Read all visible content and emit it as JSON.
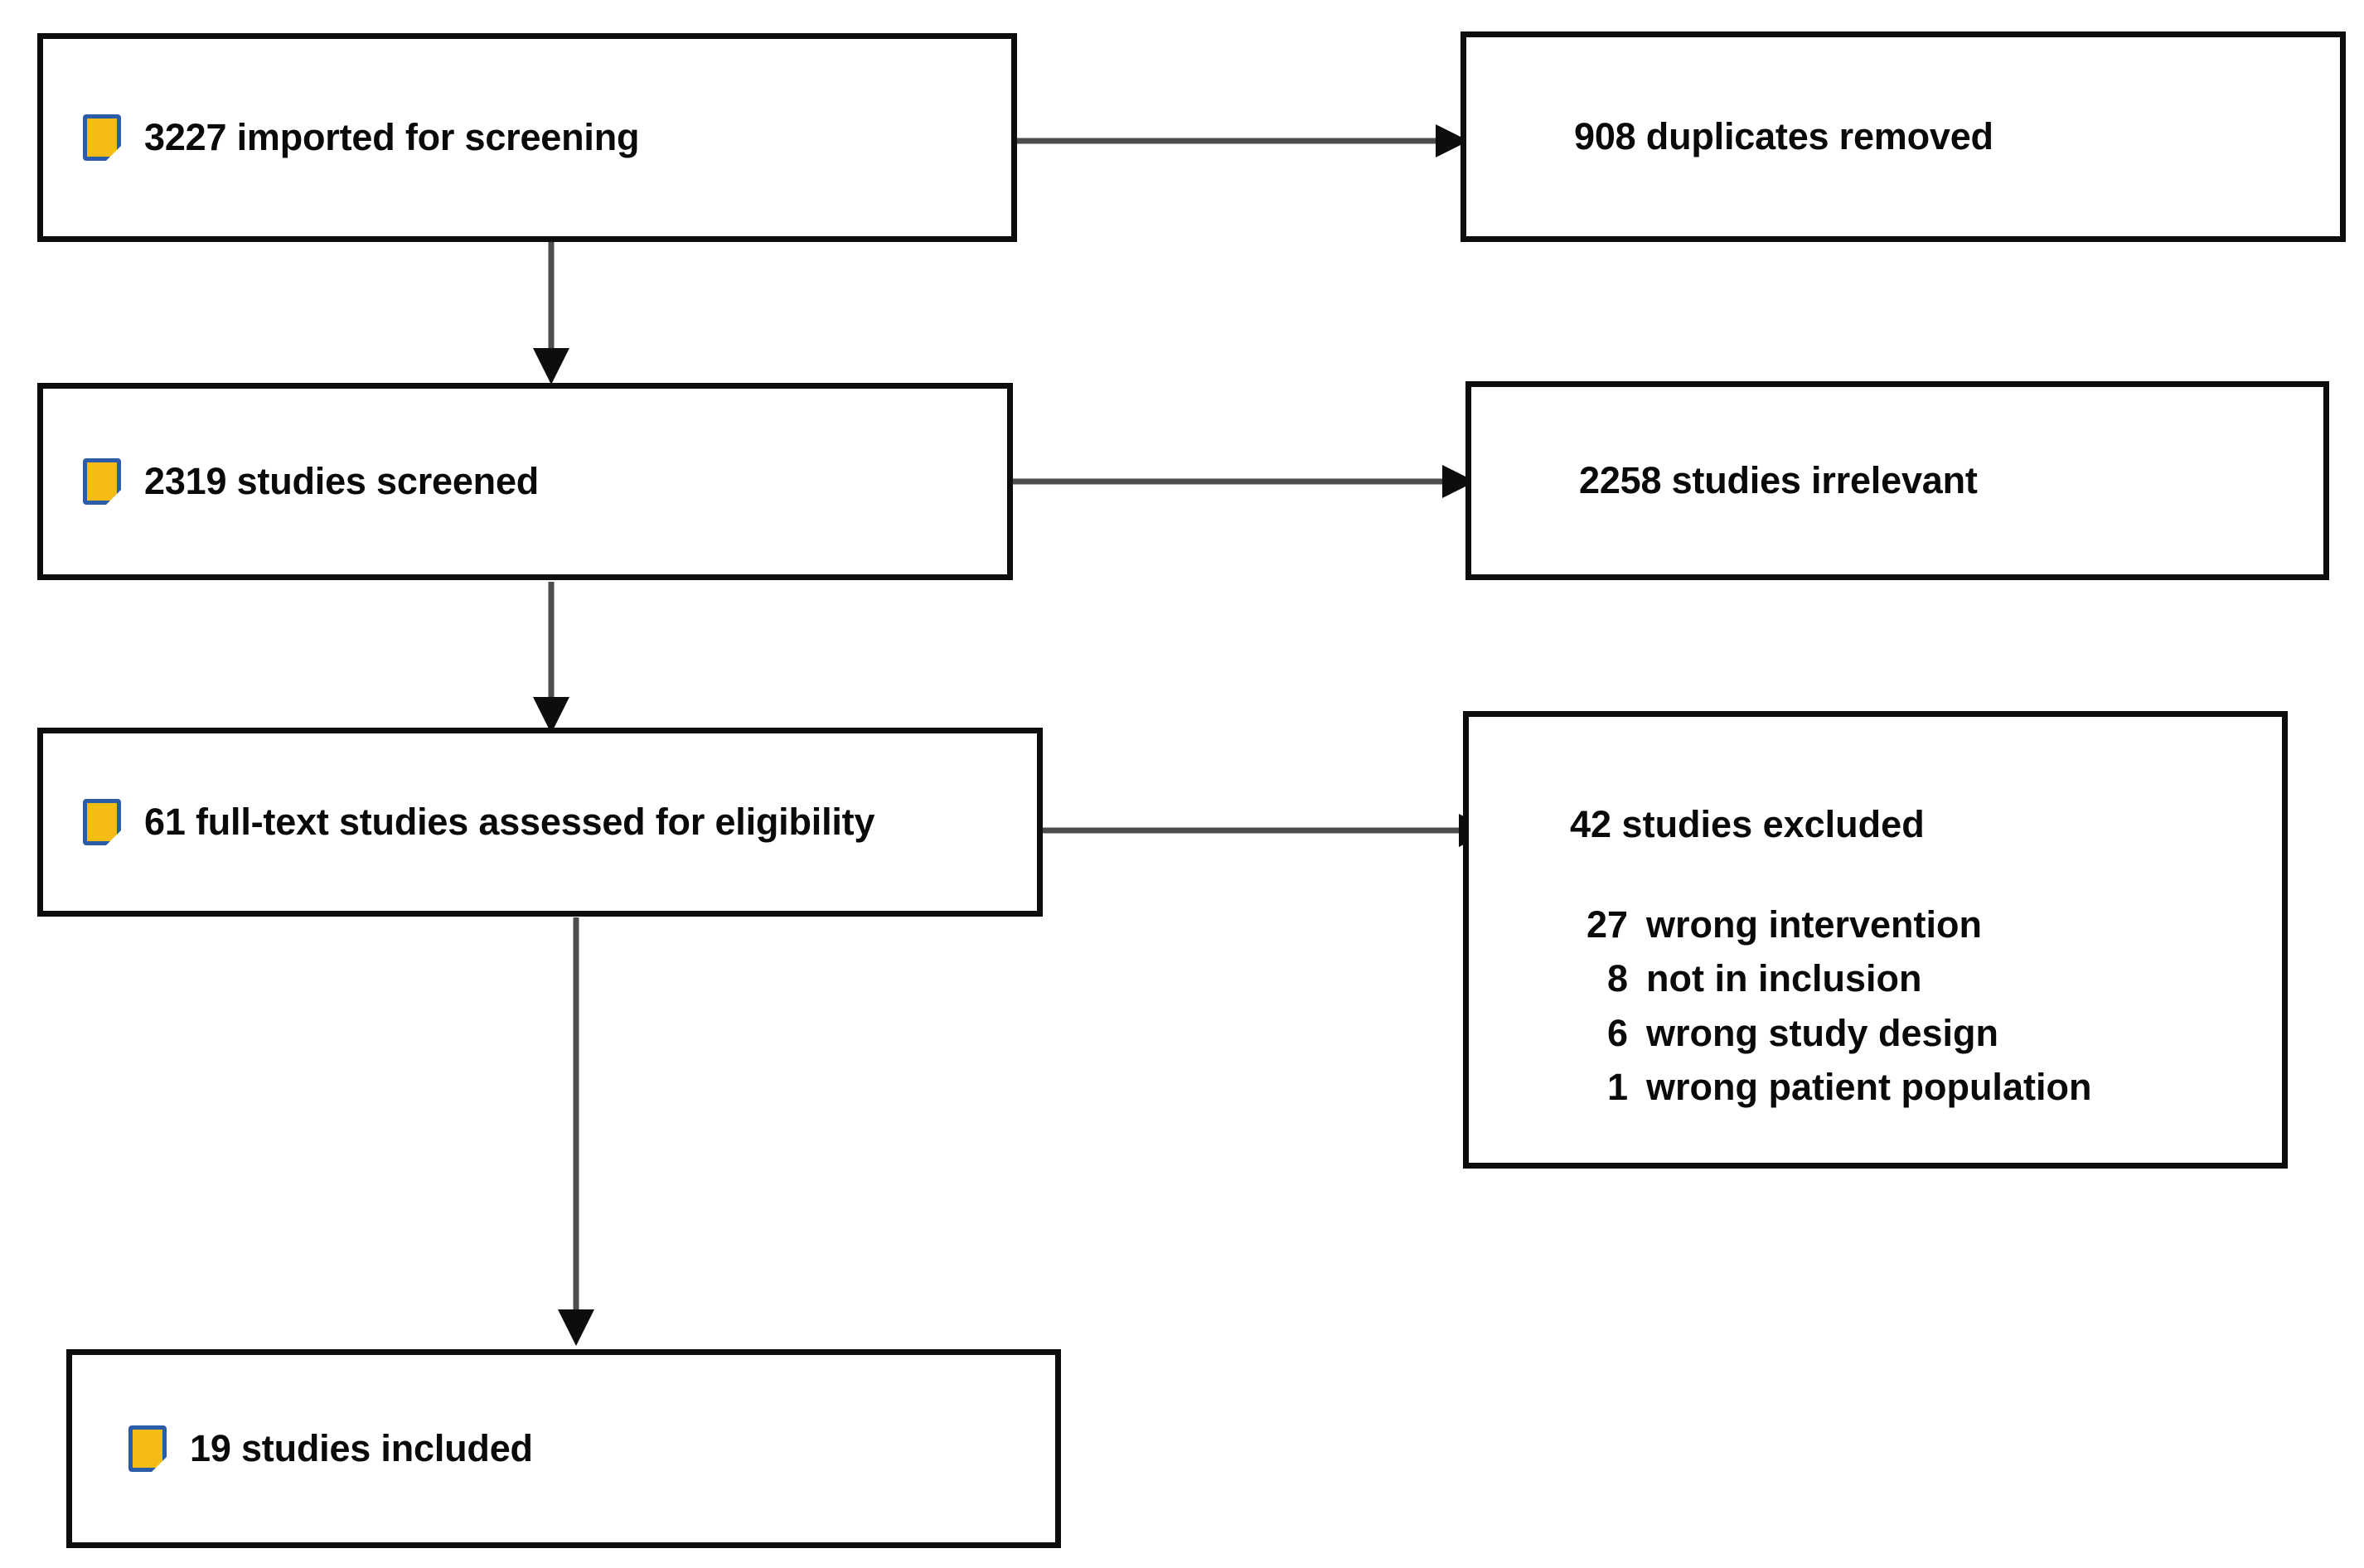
{
  "diagram": {
    "type": "prisma-flow-diagram",
    "icon_name": "study-document-icon",
    "icon_fill_color": "#f5bc15",
    "icon_border_color": "#2a5caa",
    "line_color": "#4d4d4d",
    "box_border_color": "#0d0d0d",
    "background_color": "#ffffff"
  },
  "nodes": {
    "imported": {
      "count": "3227",
      "label": "3227 imported for screening",
      "has_icon": true
    },
    "duplicates_removed": {
      "count": "908",
      "label": "908 duplicates removed",
      "has_icon": false
    },
    "screened": {
      "count": "2319",
      "label": "2319 studies screened",
      "has_icon": true
    },
    "irrelevant": {
      "count": "2258",
      "label": "2258 studies irrelevant",
      "has_icon": false
    },
    "fulltext": {
      "count": "61",
      "label": "61 full-text studies assessed for eligibility",
      "has_icon": true
    },
    "excluded": {
      "count": "42",
      "title": "42 studies excluded",
      "reasons": [
        {
          "count": "27",
          "reason": "wrong intervention"
        },
        {
          "count": "8",
          "reason": "not in inclusion"
        },
        {
          "count": "6",
          "reason": "wrong study design"
        },
        {
          "count": "1",
          "reason": "wrong patient population"
        }
      ]
    },
    "included": {
      "count": "19",
      "label": "19 studies included",
      "has_icon": true
    }
  },
  "edges": [
    {
      "from": "imported",
      "to": "duplicates_removed",
      "direction": "right"
    },
    {
      "from": "imported",
      "to": "screened",
      "direction": "down"
    },
    {
      "from": "screened",
      "to": "irrelevant",
      "direction": "right"
    },
    {
      "from": "screened",
      "to": "fulltext",
      "direction": "down"
    },
    {
      "from": "fulltext",
      "to": "excluded",
      "direction": "right"
    },
    {
      "from": "fulltext",
      "to": "included",
      "direction": "down"
    }
  ]
}
